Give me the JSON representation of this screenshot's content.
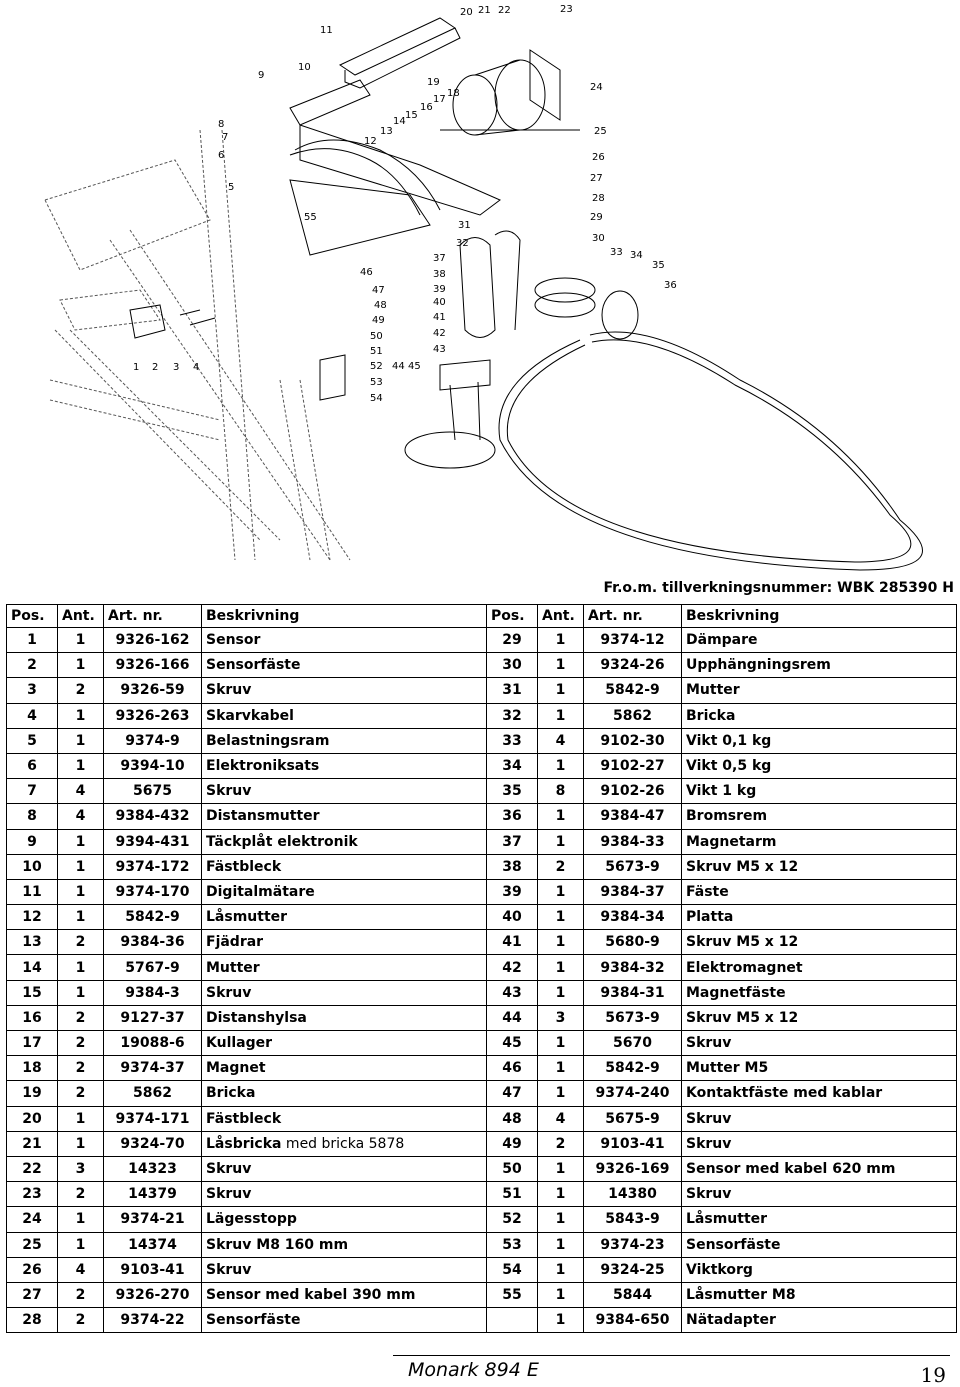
{
  "diagram": {
    "callouts": [
      "1",
      "2",
      "3",
      "4",
      "5",
      "6",
      "7",
      "8",
      "9",
      "10",
      "11",
      "12",
      "13",
      "14",
      "15",
      "16",
      "17",
      "18",
      "19",
      "20",
      "21",
      "22",
      "23",
      "24",
      "25",
      "26",
      "27",
      "28",
      "29",
      "30",
      "31",
      "32",
      "33",
      "34",
      "35",
      "36",
      "37",
      "38",
      "39",
      "40",
      "41",
      "42",
      "43",
      "44",
      "45",
      "46",
      "47",
      "48",
      "49",
      "50",
      "51",
      "52",
      "53",
      "54",
      "55"
    ]
  },
  "serial_note": "Fr.o.m. tillverkningsnummer: WBK 285390 H",
  "table": {
    "headers": [
      "Pos.",
      "Ant.",
      "Art. nr.",
      "Beskrivning",
      "Pos.",
      "Ant.",
      "Art. nr.",
      "Beskrivning"
    ],
    "rows": [
      {
        "l_pos": "1",
        "l_ant": "1",
        "l_art": "9326-162",
        "l_desc": "Sensor",
        "r_pos": "29",
        "r_ant": "1",
        "r_art": "9374-12",
        "r_desc": "Dämpare"
      },
      {
        "l_pos": "2",
        "l_ant": "1",
        "l_art": "9326-166",
        "l_desc": "Sensorfäste",
        "r_pos": "30",
        "r_ant": "1",
        "r_art": "9324-26",
        "r_desc": "Upphängningsrem"
      },
      {
        "l_pos": "3",
        "l_ant": "2",
        "l_art": "9326-59",
        "l_desc": "Skruv",
        "r_pos": "31",
        "r_ant": "1",
        "r_art": "5842-9",
        "r_desc": "Mutter"
      },
      {
        "l_pos": "4",
        "l_ant": "1",
        "l_art": "9326-263",
        "l_desc": "Skarvkabel",
        "r_pos": "32",
        "r_ant": "1",
        "r_art": "5862",
        "r_desc": "Bricka"
      },
      {
        "l_pos": "5",
        "l_ant": "1",
        "l_art": "9374-9",
        "l_desc": "Belastningsram",
        "r_pos": "33",
        "r_ant": "4",
        "r_art": "9102-30",
        "r_desc": "Vikt 0,1 kg"
      },
      {
        "l_pos": "6",
        "l_ant": "1",
        "l_art": "9394-10",
        "l_desc": "Elektroniksats",
        "r_pos": "34",
        "r_ant": "1",
        "r_art": "9102-27",
        "r_desc": "Vikt 0,5 kg"
      },
      {
        "l_pos": "7",
        "l_ant": "4",
        "l_art": "5675",
        "l_desc": "Skruv",
        "r_pos": "35",
        "r_ant": "8",
        "r_art": "9102-26",
        "r_desc": "Vikt 1 kg"
      },
      {
        "l_pos": "8",
        "l_ant": "4",
        "l_art": "9384-432",
        "l_desc": "Distansmutter",
        "r_pos": "36",
        "r_ant": "1",
        "r_art": "9384-47",
        "r_desc": "Bromsrem"
      },
      {
        "l_pos": "9",
        "l_ant": "1",
        "l_art": "9394-431",
        "l_desc": "Täckplåt elektronik",
        "r_pos": "37",
        "r_ant": "1",
        "r_art": "9384-33",
        "r_desc": "Magnetarm"
      },
      {
        "l_pos": "10",
        "l_ant": "1",
        "l_art": "9374-172",
        "l_desc": "Fästbleck",
        "r_pos": "38",
        "r_ant": "2",
        "r_art": "5673-9",
        "r_desc": "Skruv M5 x 12"
      },
      {
        "l_pos": "11",
        "l_ant": "1",
        "l_art": "9374-170",
        "l_desc": "Digitalmätare",
        "r_pos": "39",
        "r_ant": "1",
        "r_art": "9384-37",
        "r_desc": "Fäste"
      },
      {
        "l_pos": "12",
        "l_ant": "1",
        "l_art": "5842-9",
        "l_desc": "Låsmutter",
        "r_pos": "40",
        "r_ant": "1",
        "r_art": "9384-34",
        "r_desc": "Platta"
      },
      {
        "l_pos": "13",
        "l_ant": "2",
        "l_art": "9384-36",
        "l_desc": "Fjädrar",
        "r_pos": "41",
        "r_ant": "1",
        "r_art": "5680-9",
        "r_desc": "Skruv M5 x 12"
      },
      {
        "l_pos": "14",
        "l_ant": "1",
        "l_art": "5767-9",
        "l_desc": "Mutter",
        "r_pos": "42",
        "r_ant": "1",
        "r_art": "9384-32",
        "r_desc": "Elektromagnet"
      },
      {
        "l_pos": "15",
        "l_ant": "1",
        "l_art": "9384-3",
        "l_desc": "Skruv",
        "r_pos": "43",
        "r_ant": "1",
        "r_art": "9384-31",
        "r_desc": "Magnetfäste"
      },
      {
        "l_pos": "16",
        "l_ant": "2",
        "l_art": "9127-37",
        "l_desc": "Distanshylsa",
        "r_pos": "44",
        "r_ant": "3",
        "r_art": "5673-9",
        "r_desc": "Skruv M5 x 12"
      },
      {
        "l_pos": "17",
        "l_ant": "2",
        "l_art": "19088-6",
        "l_desc": "Kullager",
        "r_pos": "45",
        "r_ant": "1",
        "r_art": "5670",
        "r_desc": "Skruv"
      },
      {
        "l_pos": "18",
        "l_ant": "2",
        "l_art": "9374-37",
        "l_desc": "Magnet",
        "r_pos": "46",
        "r_ant": "1",
        "r_art": "5842-9",
        "r_desc": "Mutter M5"
      },
      {
        "l_pos": "19",
        "l_ant": "2",
        "l_art": "5862",
        "l_desc": "Bricka",
        "r_pos": "47",
        "r_ant": "1",
        "r_art": "9374-240",
        "r_desc": "Kontaktfäste med kablar"
      },
      {
        "l_pos": "20",
        "l_ant": "1",
        "l_art": "9374-171",
        "l_desc": "Fästbleck",
        "r_pos": "48",
        "r_ant": "4",
        "r_art": "5675-9",
        "r_desc": "Skruv"
      },
      {
        "l_pos": "21",
        "l_ant": "1",
        "l_art": "9324-70",
        "l_desc": "Låsbricka",
        "l_desc_extra": " med bricka 5878",
        "r_pos": "49",
        "r_ant": "2",
        "r_art": "9103-41",
        "r_desc": "Skruv"
      },
      {
        "l_pos": "22",
        "l_ant": "3",
        "l_art": "14323",
        "l_desc": "Skruv",
        "r_pos": "50",
        "r_ant": "1",
        "r_art": "9326-169",
        "r_desc": "Sensor med kabel 620 mm"
      },
      {
        "l_pos": "23",
        "l_ant": "2",
        "l_art": "14379",
        "l_desc": "Skruv",
        "r_pos": "51",
        "r_ant": "1",
        "r_art": "14380",
        "r_desc": "Skruv"
      },
      {
        "l_pos": "24",
        "l_ant": "1",
        "l_art": "9374-21",
        "l_desc": "Lägesstopp",
        "r_pos": "52",
        "r_ant": "1",
        "r_art": "5843-9",
        "r_desc": "Låsmutter"
      },
      {
        "l_pos": "25",
        "l_ant": "1",
        "l_art": "14374",
        "l_desc": "Skruv M8 160 mm",
        "r_pos": "53",
        "r_ant": "1",
        "r_art": "9374-23",
        "r_desc": "Sensorfäste"
      },
      {
        "l_pos": "26",
        "l_ant": "4",
        "l_art": "9103-41",
        "l_desc": "Skruv",
        "r_pos": "54",
        "r_ant": "1",
        "r_art": "9324-25",
        "r_desc": "Viktkorg"
      },
      {
        "l_pos": "27",
        "l_ant": "2",
        "l_art": "9326-270",
        "l_desc": "Sensor med kabel 390 mm",
        "r_pos": "55",
        "r_ant": "1",
        "r_art": "5844",
        "r_desc": "Låsmutter M8"
      },
      {
        "l_pos": "28",
        "l_ant": "2",
        "l_art": "9374-22",
        "l_desc": "Sensorfäste",
        "r_pos": "",
        "r_ant": "1",
        "r_art": "9384-650",
        "r_desc": "Nätadapter"
      }
    ]
  },
  "footer": {
    "model": "Monark 894 E",
    "page": "19"
  }
}
